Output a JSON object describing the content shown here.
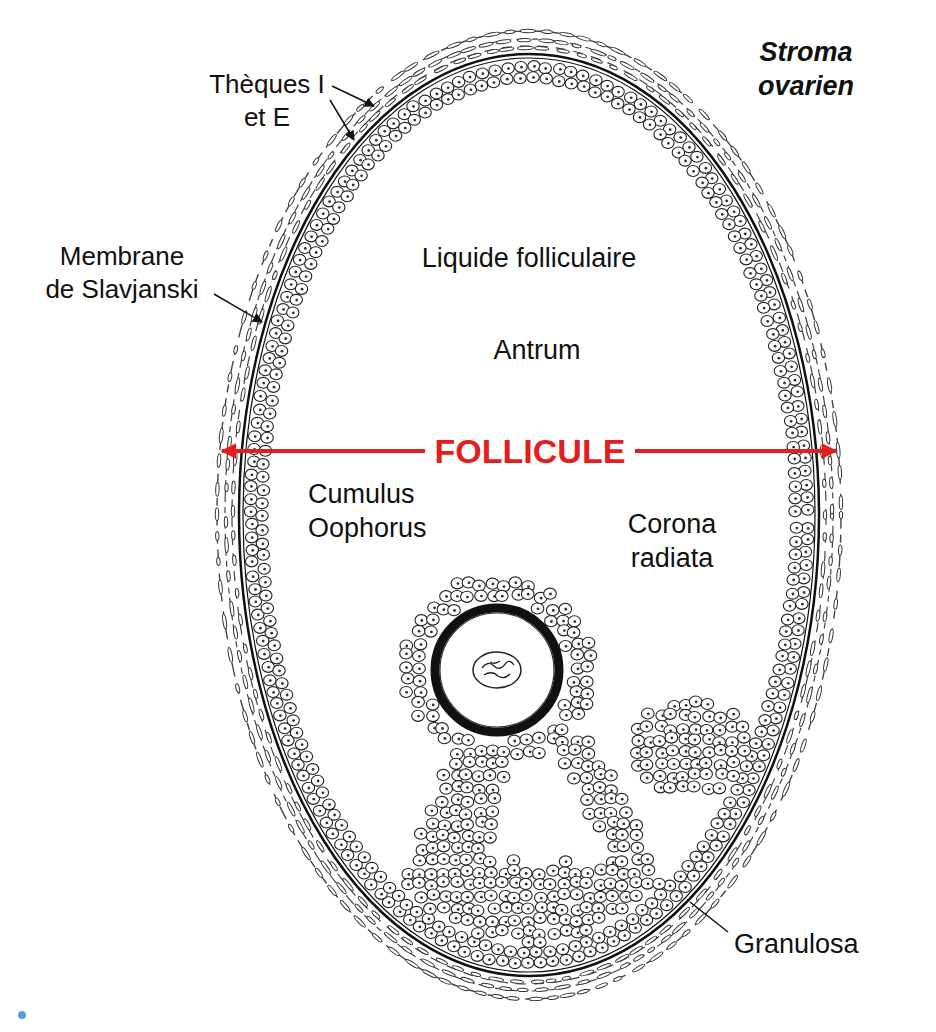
{
  "diagram": {
    "labels": [
      "Stroma ovarien",
      "Thèques I et E",
      "Membrane de Slavjanski",
      "Liquide folliculaire",
      "Antrum",
      "FOLLICULE",
      "Cumulus Oophorus",
      "Corona radiata",
      "Granulosa"
    ]
  }
}
